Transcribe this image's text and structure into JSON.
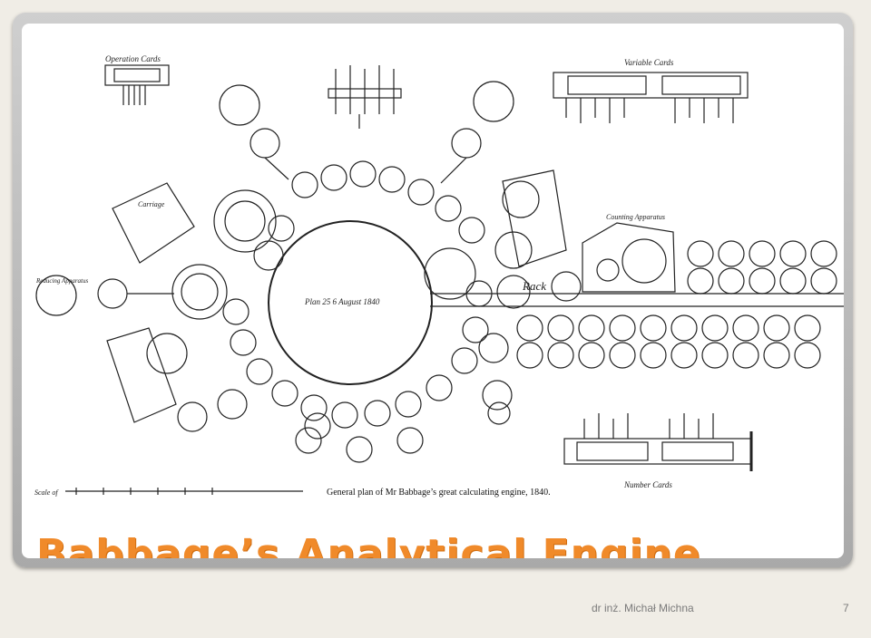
{
  "slide": {
    "title": "Babbage’s Analytical Engine",
    "footer_author": "dr inż. Michał Michna",
    "page_number": "7"
  },
  "diagram": {
    "caption": "General plan of Mr Babbage’s great calculating engine, 1840.",
    "center_label": "Plan 25 6 August 1840",
    "labels": {
      "operation_cards": "Operation Cards",
      "variable_cards": "Variable Cards",
      "number_cards": "Number Cards",
      "rack": "Rack",
      "carriage": "Carriage",
      "counting_apparatus": "Counting Apparatus",
      "reducing": "Reducing Apparatus",
      "scale": "Scale of"
    }
  }
}
